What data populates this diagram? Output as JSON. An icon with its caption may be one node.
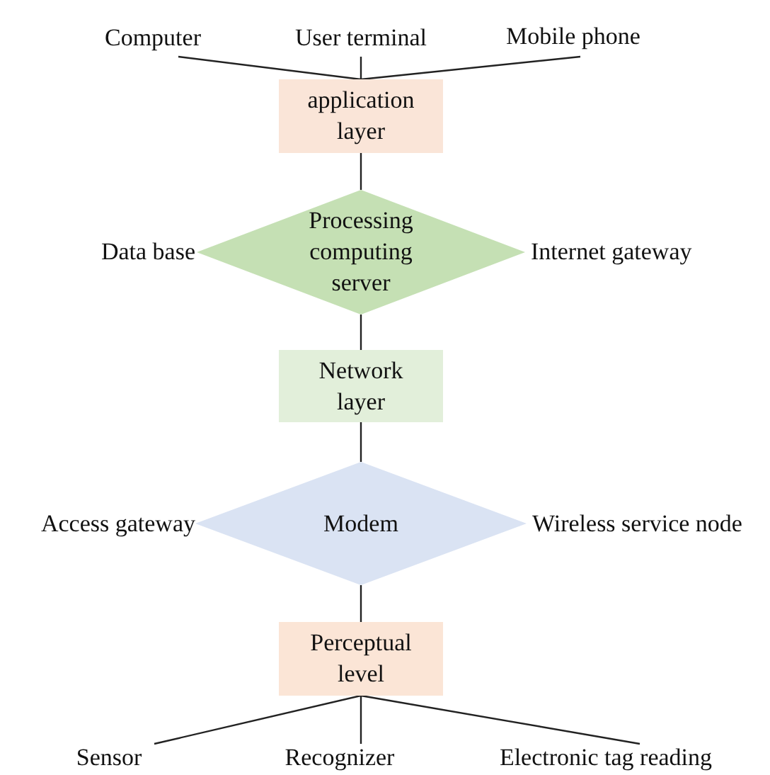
{
  "diagram": {
    "nodes": [
      {
        "text": [
          "Computer"
        ]
      },
      {
        "text": [
          "User terminal"
        ]
      },
      {
        "text": [
          "Mobile phone"
        ]
      },
      {
        "text": [
          "application layer"
        ]
      },
      {
        "text": [
          "Processing computing server"
        ]
      },
      {
        "text": [
          "Network layer"
        ]
      },
      {
        "text": [
          "Modem"
        ]
      },
      {
        "text": [
          "Perceptual level"
        ]
      },
      {
        "text": [
          "Sensor"
        ]
      },
      {
        "text": [
          "Recognizer"
        ]
      },
      {
        "text": [
          "Electronic tag reading"
        ]
      }
    ],
    "edges": [
      {
        "from": 0,
        "to": 3,
        "arrow": "none"
      },
      {
        "from": 1,
        "to": 3,
        "arrow": "none"
      },
      {
        "from": 2,
        "to": 3,
        "arrow": "none"
      },
      {
        "from": 3,
        "to": 4,
        "arrow": "none"
      },
      {
        "from": 4,
        "to": 5,
        "arrow": "none"
      },
      {
        "from": 5,
        "to": 6,
        "arrow": "none"
      },
      {
        "from": 6,
        "to": 7,
        "arrow": "none"
      },
      {
        "from": 7,
        "to": 8,
        "arrow": "none"
      },
      {
        "from": 7,
        "to": 9,
        "arrow": "none"
      },
      {
        "from": 7,
        "to": 10,
        "arrow": "none"
      }
    ],
    "labels": [
      "Data base",
      "Internet gateway",
      "Access gateway",
      "Wireless service node"
    ]
  }
}
